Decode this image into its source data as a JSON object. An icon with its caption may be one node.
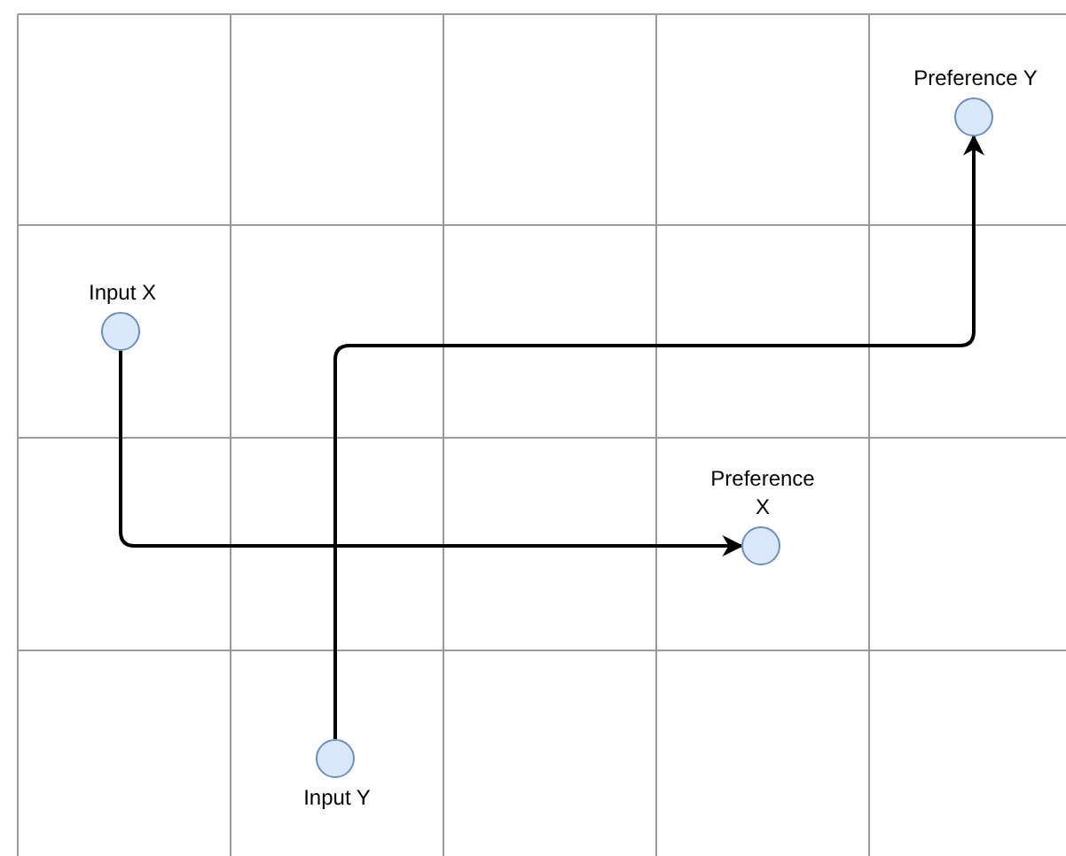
{
  "diagram": {
    "nodes": [
      {
        "text": [
          "Preference Y"
        ]
      },
      {
        "text": [
          "Input X"
        ]
      },
      {
        "text": [
          "Preference X"
        ]
      },
      {
        "text": [
          "Input Y"
        ]
      }
    ],
    "edges": [
      {
        "from": 1,
        "to": 2,
        "arrow": "to"
      },
      {
        "from": 3,
        "to": 0,
        "arrow": "to"
      }
    ]
  }
}
